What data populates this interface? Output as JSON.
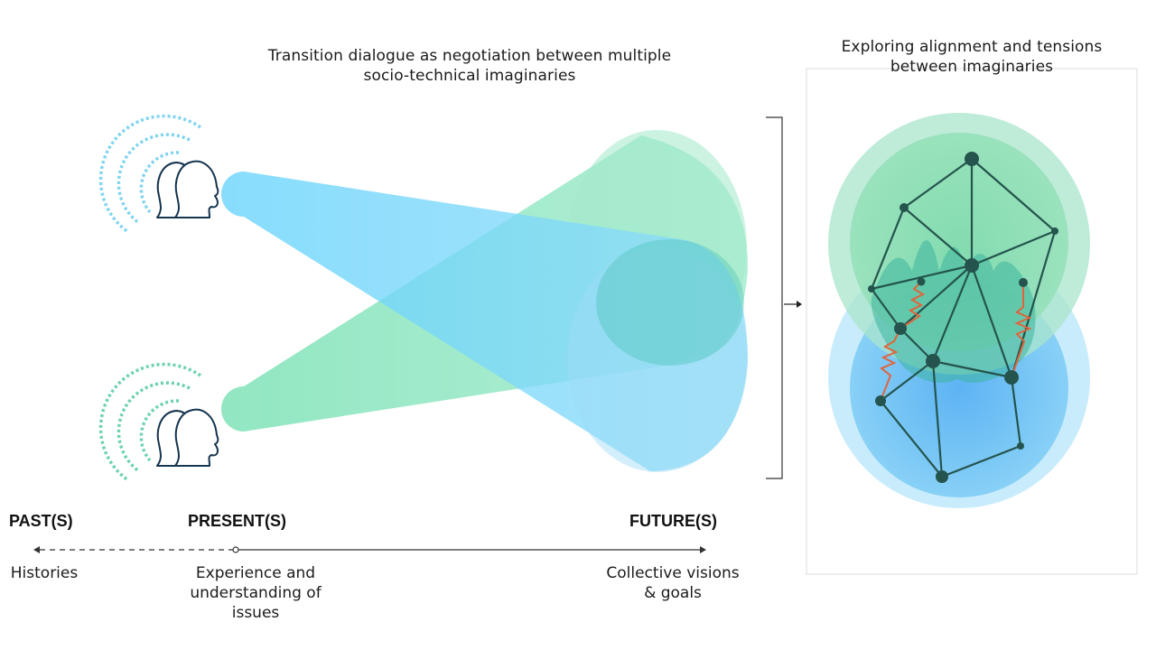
{
  "title": {
    "line1": "Transition dialogue as negotiation between multiple",
    "line2": "socio-technical imaginaries"
  },
  "panel_title": {
    "line1": "Exploring alignment and tensions",
    "line2": "between imaginaries"
  },
  "timeline": {
    "past": {
      "label": "PAST(S)",
      "caption": "Histories"
    },
    "present": {
      "label": "PRESENT(S)",
      "caption_lines": [
        "Experience and",
        "understanding of",
        "issues"
      ]
    },
    "future": {
      "label": "FUTURE(S)",
      "caption_lines": [
        "Collective visions",
        "& goals"
      ]
    }
  },
  "colors": {
    "blue": "#5ccdfb",
    "green": "#5fd7a2",
    "teal_overlap": "#3fbfb0",
    "network_dark": "#24544d",
    "tension_red": "#e0643c",
    "head_outline": "#15344f"
  },
  "icons": {
    "top_group": "two-heads-icon",
    "bottom_group": "two-heads-icon",
    "arrow": "arrow-right-icon"
  }
}
